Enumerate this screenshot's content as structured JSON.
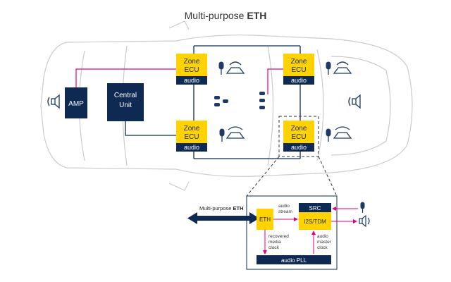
{
  "title": {
    "normal": "Multi-purpose ",
    "bold": "ETH"
  },
  "colors": {
    "navy": "#0e2a52",
    "yellow": "#ffd200",
    "magenta": "#e6007e",
    "car_outline": "#c8cbd0",
    "icon": "#1f3a66"
  },
  "zone_ecu": {
    "line1": "Zone",
    "line2": "ECU",
    "audio": "audio"
  },
  "amp": {
    "label": "AMP"
  },
  "central_unit": {
    "line1": "Central",
    "line2": "Unit"
  },
  "detail": {
    "eth_label_normal": "Multi-purpose ",
    "eth_label_bold": "ETH",
    "eth_block": "ETH",
    "src_block": "SRC",
    "i2s_block": "I2S/TDM",
    "pll_block": "audio PLL",
    "audio_stream": [
      "audio",
      "stream"
    ],
    "recovered_clock": [
      "recovered",
      "media",
      "clock"
    ],
    "master_clock": [
      "audio",
      "master",
      "clock"
    ]
  },
  "icons": [
    "speaker-icon",
    "microphone-icon",
    "headrest-speaker-icon",
    "headrest-mic-icon",
    "bidirectional-arrow-icon"
  ]
}
